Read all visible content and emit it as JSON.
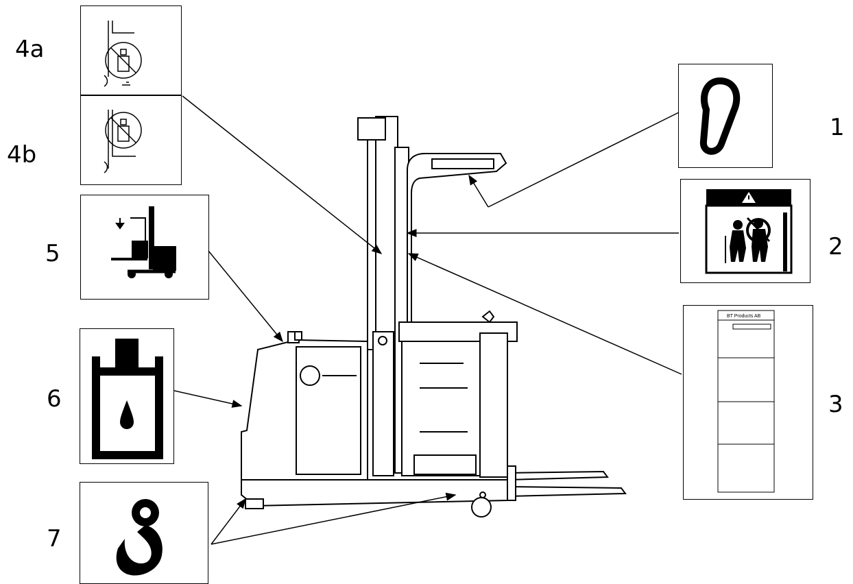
{
  "callouts": {
    "n1": "1",
    "n2": "2",
    "n3": "3",
    "n4a": "4a",
    "n4b": "4b",
    "n5": "5",
    "n6": "6",
    "n7": "7"
  },
  "plate": {
    "manufacturer": "BT Products AB"
  },
  "decals": {
    "d1": "lifting-point-icon",
    "d2": "warning-crush-hazard-icon",
    "d3": "data-plate",
    "d4a": "no-standing-under-forks-icon",
    "d4b": "no-standing-under-forks-icon",
    "d5": "load-capacity-icon",
    "d6": "hydraulic-oil-icon",
    "d7": "hook-icon"
  },
  "colors": {
    "ink": "#000000",
    "paper": "#ffffff"
  }
}
